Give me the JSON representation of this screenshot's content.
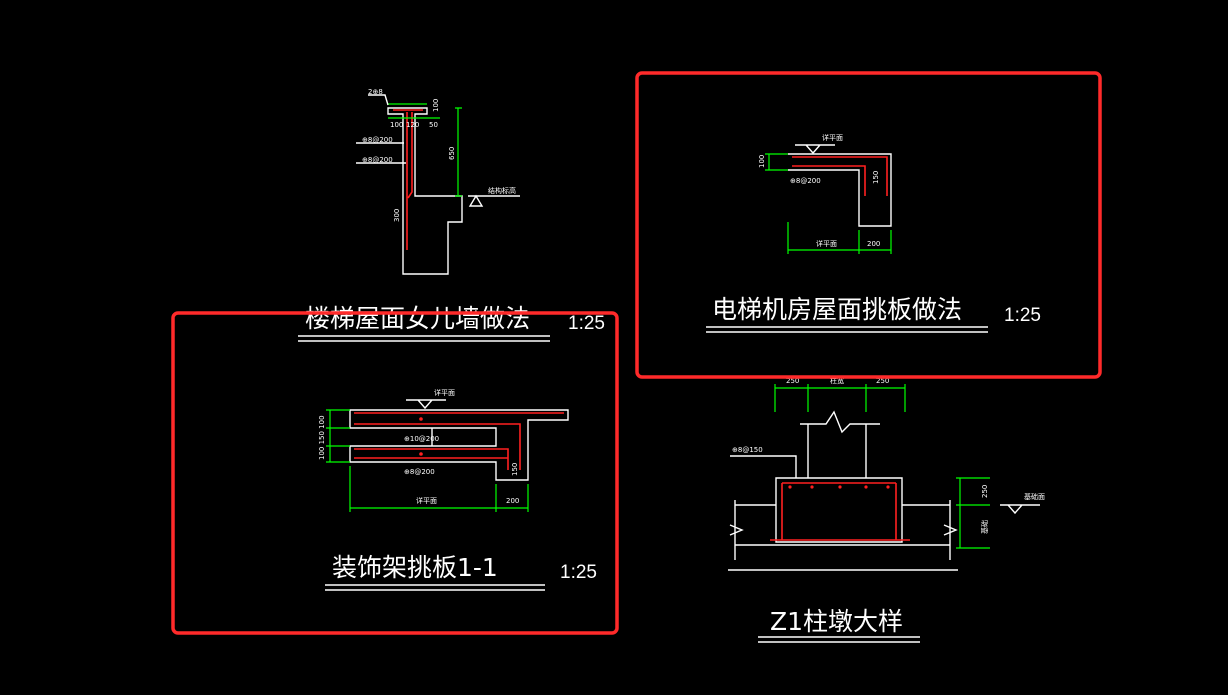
{
  "details": [
    {
      "title": "楼梯屋面女儿墙做法",
      "scale": "1:25",
      "labels": {
        "top_bar": "2⊕8",
        "d1": "100",
        "d2": "120",
        "d3": "50",
        "d4": "100",
        "height": "650",
        "rebar1": "⊕8@200",
        "rebar2": "⊕8@200",
        "low": "300",
        "level": "结构标高"
      }
    },
    {
      "title": "电梯机房屋面挑板做法",
      "scale": "1:25",
      "labels": {
        "level": "详平面",
        "thk": "100",
        "rebar": "⊕8@200",
        "depth": "150",
        "span": "详平面",
        "width": "200"
      }
    },
    {
      "title": "装饰架挑板1-1",
      "scale": "1:25",
      "labels": {
        "level": "详平面",
        "thk": "100 150 100",
        "rebar1": "⊕10@200",
        "rebar2": "⊕8@200",
        "depth": "150",
        "span": "详平面",
        "width": "200"
      }
    },
    {
      "title": "Z1柱墩大样",
      "scale": "",
      "labels": {
        "left": "250",
        "mid": "柱宽",
        "right": "250",
        "rebar": "⊕8@150",
        "h1": "250",
        "h2": "基础",
        "level": "基础面"
      }
    }
  ],
  "highlight_color": "#ff2a2a"
}
